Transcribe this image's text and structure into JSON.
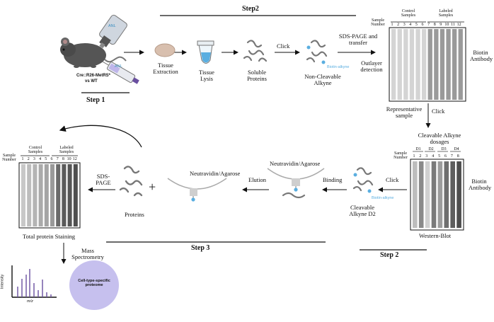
{
  "steps": {
    "step1": "Step 1",
    "step2_top": "Step2",
    "step2_bottom": "Step 2",
    "step3": "Step 3"
  },
  "mouse": {
    "genotype": "Cre::R26-MetRS*",
    "versus": "vs WT",
    "bottle_label": "ANL",
    "syringe_label": "ANL"
  },
  "top_row": {
    "tissue_extraction": "Tissue Extraction",
    "tissue_lysis": "Tissue Lysis",
    "soluble_proteins": "Soluble Proteins",
    "click": "Click",
    "biotin_alkyne": "Biotin-alkyne",
    "non_cleavable_alkyne": "Non-Cleavable Alkyne",
    "sds_page_transfer": "SDS-PAGE and transfer",
    "outlayer_detection": "Outlayer detection"
  },
  "blot_top": {
    "sample_number": "Sample Number",
    "control_samples": "Control Samples",
    "labeled_samples": "Labeled Samples",
    "lanes": [
      "1",
      "2",
      "3",
      "4",
      "5",
      "6",
      "7",
      "8",
      "9",
      "10",
      "11",
      "12"
    ],
    "antibody": "Biotin Antibody"
  },
  "middle": {
    "representative_sample": "Representative sample",
    "click": "Click"
  },
  "blot_right": {
    "title": "Cleavable Alkyne dosages",
    "sample_number": "Sample Number",
    "dose_groups": [
      "D1",
      "D2",
      "D3",
      "D4"
    ],
    "lanes": [
      "1",
      "2",
      "3",
      "4",
      "5",
      "6",
      "7",
      "8"
    ],
    "antibody": "Biotin Antibody",
    "caption": "Western-Blot"
  },
  "bottom_row": {
    "click": "Click",
    "biotin_alkyne": "Biotin-alkyne",
    "cleavable_alkyne": "Cleavable Alkyne D2",
    "binding": "Binding",
    "neutravidin_1": "Neutravidin/Agarose",
    "elution": "Elution",
    "neutravidin_2": "Neutravidin/Agarose",
    "plus": "+",
    "proteins": "Proteins",
    "sds_page": "SDS-PAGE"
  },
  "blot_left": {
    "sample_number": "Sample Number",
    "control_samples": "Control Samples",
    "labeled_samples": "Labeled Samples",
    "lanes": [
      "1",
      "2",
      "3",
      "4",
      "5",
      "6",
      "7",
      "8",
      "10",
      "12"
    ],
    "caption": "Total protein Staining"
  },
  "ms": {
    "mass_spectrometry": "Mass Spectrometry",
    "y_axis": "Intensity",
    "x_axis": "m/z",
    "bubble": "Cell-type-specific proteome"
  },
  "colors": {
    "accent_blue": "#5aaee0",
    "lavender": "#c6c0ee",
    "purple": "#6a4fa0"
  }
}
